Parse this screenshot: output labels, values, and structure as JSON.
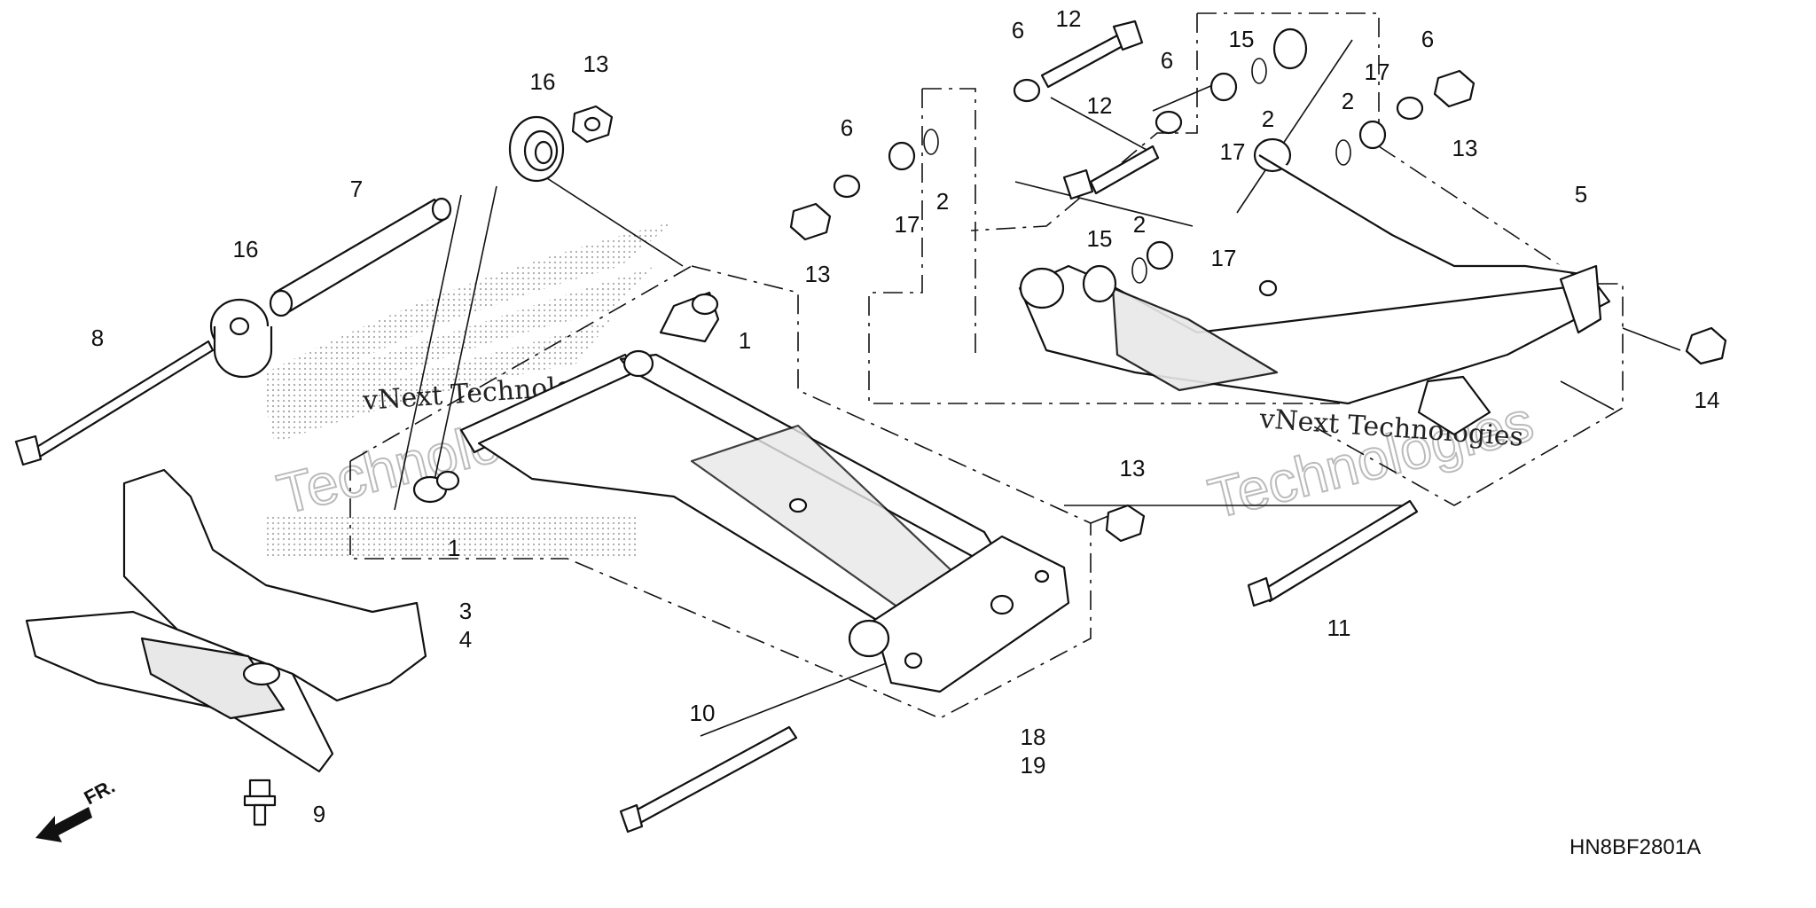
{
  "diagram_code": "HN8BF2801A",
  "front_label": "FR.",
  "watermark": {
    "small_left": "vNext Technologies",
    "small_right": "vNext Technologies",
    "big_left": "Technologies",
    "big_right": "Technologies"
  },
  "callouts": {
    "c1a": "1",
    "c1b": "1",
    "c2a": "2",
    "c2b": "2",
    "c2c": "2",
    "c2d": "2",
    "c3": "3",
    "c4": "4",
    "c5": "5",
    "c6a": "6",
    "c6b": "6",
    "c6c": "6",
    "c6d": "6",
    "c7": "7",
    "c8": "8",
    "c9": "9",
    "c10": "10",
    "c11": "11",
    "c12a": "12",
    "c12b": "12",
    "c13a": "13",
    "c13b": "13",
    "c13c": "13",
    "c13d": "13",
    "c14": "14",
    "c15a": "15",
    "c15b": "15",
    "c16a": "16",
    "c16b": "16",
    "c17a": "17",
    "c17b": "17",
    "c17c": "17",
    "c17d": "17",
    "c18": "18",
    "c19": "19"
  },
  "colors": {
    "ink": "#111111",
    "watermark": "#bbbbbb",
    "background": "#ffffff"
  }
}
